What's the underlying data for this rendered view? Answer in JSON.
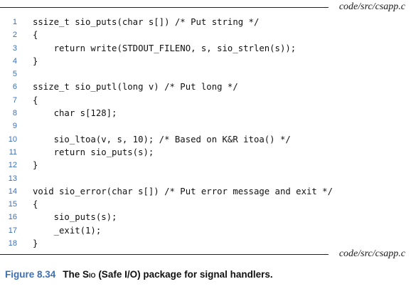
{
  "file_label": "code/src/csapp.c",
  "code_lines": [
    "ssize_t sio_puts(char s[]) /* Put string */",
    "{",
    "    return write(STDOUT_FILENO, s, sio_strlen(s));",
    "}",
    "",
    "ssize_t sio_putl(long v) /* Put long */",
    "{",
    "    char s[128];",
    "",
    "    sio_ltoa(v, s, 10); /* Based on K&R itoa() */",
    "    return sio_puts(s);",
    "}",
    "",
    "void sio_error(char s[]) /* Put error message and exit */",
    "{",
    "    sio_puts(s);",
    "    _exit(1);",
    "}"
  ],
  "caption": {
    "figure_label": "Figure 8.34",
    "text_prefix": "The ",
    "sio_name": "Sio",
    "text_suffix": " (Safe I/O) package for signal handlers."
  }
}
